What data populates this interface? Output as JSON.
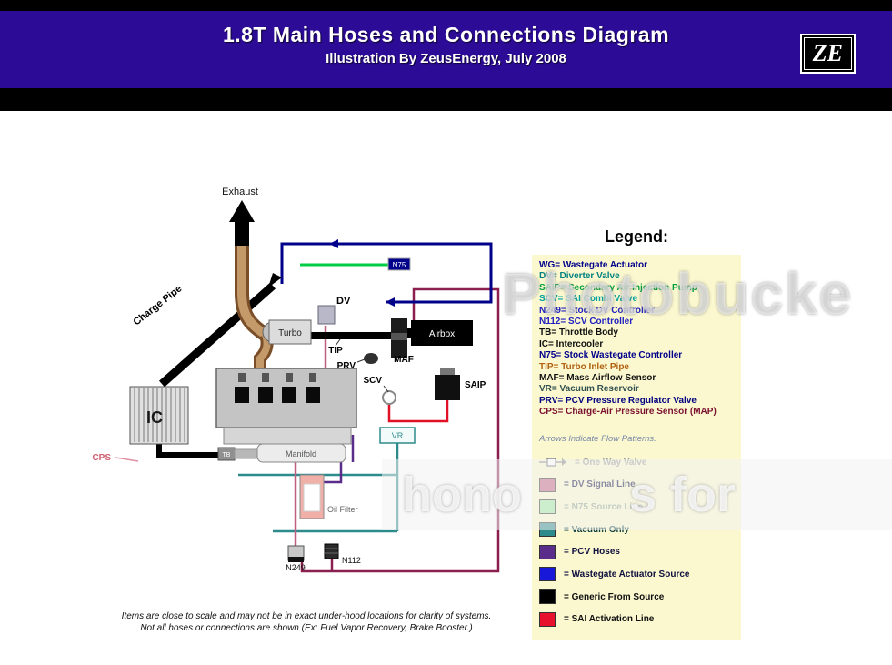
{
  "header": {
    "title": "1.8T Main Hoses and Connections Diagram",
    "subtitle": "Illustration By ZeusEnergy, July 2008",
    "logo_text": "ZE"
  },
  "colors": {
    "banner": "#2c0b96",
    "legend_bg": "#fbf8cf"
  },
  "legend": {
    "title": "Legend:",
    "flow_note": "Arrows Indicate Flow Patterns.",
    "abbreviations": [
      {
        "text": "WG= Wastegate Actuator",
        "color": "#00008b"
      },
      {
        "text": "DV= Diverter Valve",
        "color": "#008080"
      },
      {
        "text": "SAIP= Secondary Air Injection Pump",
        "color": "#00a040"
      },
      {
        "text": "SCV= SAI Combi Valve",
        "color": "#00a0a0"
      },
      {
        "text": "N249= Stock DV Controller",
        "color": "#2020c0"
      },
      {
        "text": "N112= SCV Controller",
        "color": "#2020c0"
      },
      {
        "text": "TB= Throttle Body",
        "color": "#101010"
      },
      {
        "text": "IC= Intercooler",
        "color": "#101010"
      },
      {
        "text": "N75= Stock Wastegate Controller",
        "color": "#00008b"
      },
      {
        "text": "TIP= Turbo Inlet Pipe",
        "color": "#b06010"
      },
      {
        "text": "MAF= Mass Airflow Sensor",
        "color": "#101010"
      },
      {
        "text": "VR= Vacuum Reservoir",
        "color": "#305050"
      },
      {
        "text": "PRV= PCV Pressure Regulator Valve",
        "color": "#000080"
      },
      {
        "text": "CPS= Charge-Air Pressure Sensor (MAP)",
        "color": "#7a1030"
      }
    ],
    "lines": [
      {
        "label": "= One Way Valve",
        "swatch": "",
        "text_color": "#9a9a9a"
      },
      {
        "label": "= DV Signal Line",
        "swatch": "#c06080",
        "text_color": "#101040"
      },
      {
        "label": "= N75 Source Line",
        "swatch": "#a0e8a0",
        "text_color": "#8aa08a"
      },
      {
        "label": "= Vacuum Only",
        "swatch": "#2e8b8b",
        "text_color": "#104040"
      },
      {
        "label": "= PCV Hoses",
        "swatch": "#5a2d8a",
        "text_color": "#101040"
      },
      {
        "label": "= Wastegate Actuator Source",
        "swatch": "#1818d8",
        "text_color": "#101040"
      },
      {
        "label": "= Generic From Source",
        "swatch": "#000000",
        "text_color": "#101010"
      },
      {
        "label": "= SAI Activation Line",
        "swatch": "#e8112d",
        "text_color": "#101010"
      }
    ]
  },
  "diagram": {
    "labels": {
      "exhaust": "Exhaust",
      "charge_pipe": "Charge Pipe",
      "dv": "DV",
      "n75": "N75",
      "airbox": "Airbox",
      "turbo": "Turbo",
      "tip": "TIP",
      "prv": "PRV",
      "maf": "MAF",
      "scv": "SCV",
      "saip": "SAIP",
      "ic": "IC",
      "cps": "CPS",
      "tb": "TB",
      "manifold": "Manifold",
      "vr": "VR",
      "oil_filter": "Oil Filter",
      "n249": "N249",
      "n112": "N112"
    }
  },
  "notes": {
    "line1": "Items are close to scale and may not be in exact under-hood locations for clarity of systems.",
    "line2": "Not all hoses or connections are shown (Ex: Fuel Vapor Recovery, Brake Booster.)"
  },
  "watermark": {
    "main": "Photobucke",
    "band_left": "hono",
    "band_right": "s for"
  }
}
